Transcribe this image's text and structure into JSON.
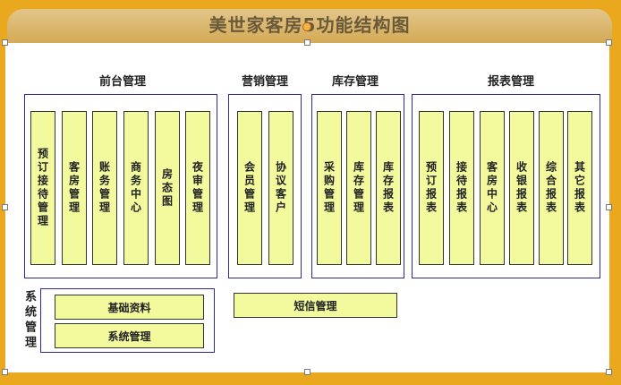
{
  "title": "美世家客房5功能结构图",
  "groups": {
    "front_desk": {
      "label": "前台管理",
      "items": [
        "预订接待管理",
        "客房管理",
        "账务管理",
        "商务中心",
        "房态图",
        "夜审管理"
      ]
    },
    "marketing": {
      "label": "营销管理",
      "items": [
        "会员管理",
        "协议客户"
      ]
    },
    "inventory": {
      "label": "库存管理",
      "items": [
        "采购管理",
        "库存管理",
        "库存报表"
      ]
    },
    "reports": {
      "label": "报表管理",
      "items": [
        "预订报表",
        "接待报表",
        "客房中心",
        "收银报表",
        "综合报表",
        "其它报表"
      ]
    },
    "system": {
      "label": "系统管理",
      "items": [
        "基础资料",
        "系统管理"
      ]
    },
    "sms": {
      "label": "短信管理"
    }
  },
  "colors": {
    "background": "#e9a81d",
    "box_fill": "#f3f99d",
    "group_border": "#2a2a9a"
  }
}
